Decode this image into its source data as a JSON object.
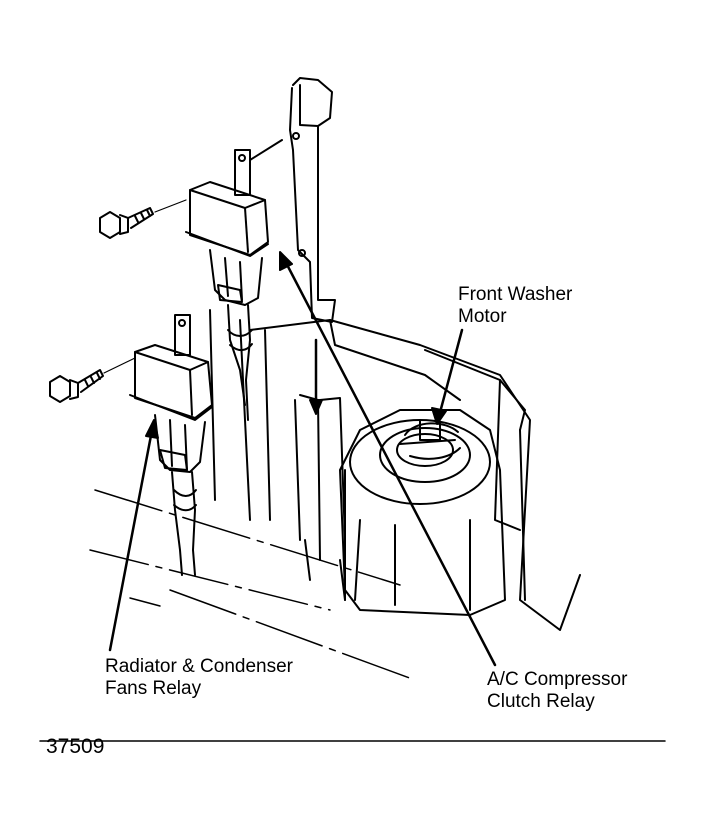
{
  "labels": {
    "front_washer_motor": [
      "Front Washer",
      "Motor"
    ],
    "radiator_relay": [
      "Radiator & Condenser",
      "Fans Relay"
    ],
    "ac_relay": [
      "A/C Compressor",
      "Clutch Relay"
    ]
  },
  "figure_number": "37509",
  "colors": {
    "ink": "#000000",
    "paper": "#ffffff"
  }
}
